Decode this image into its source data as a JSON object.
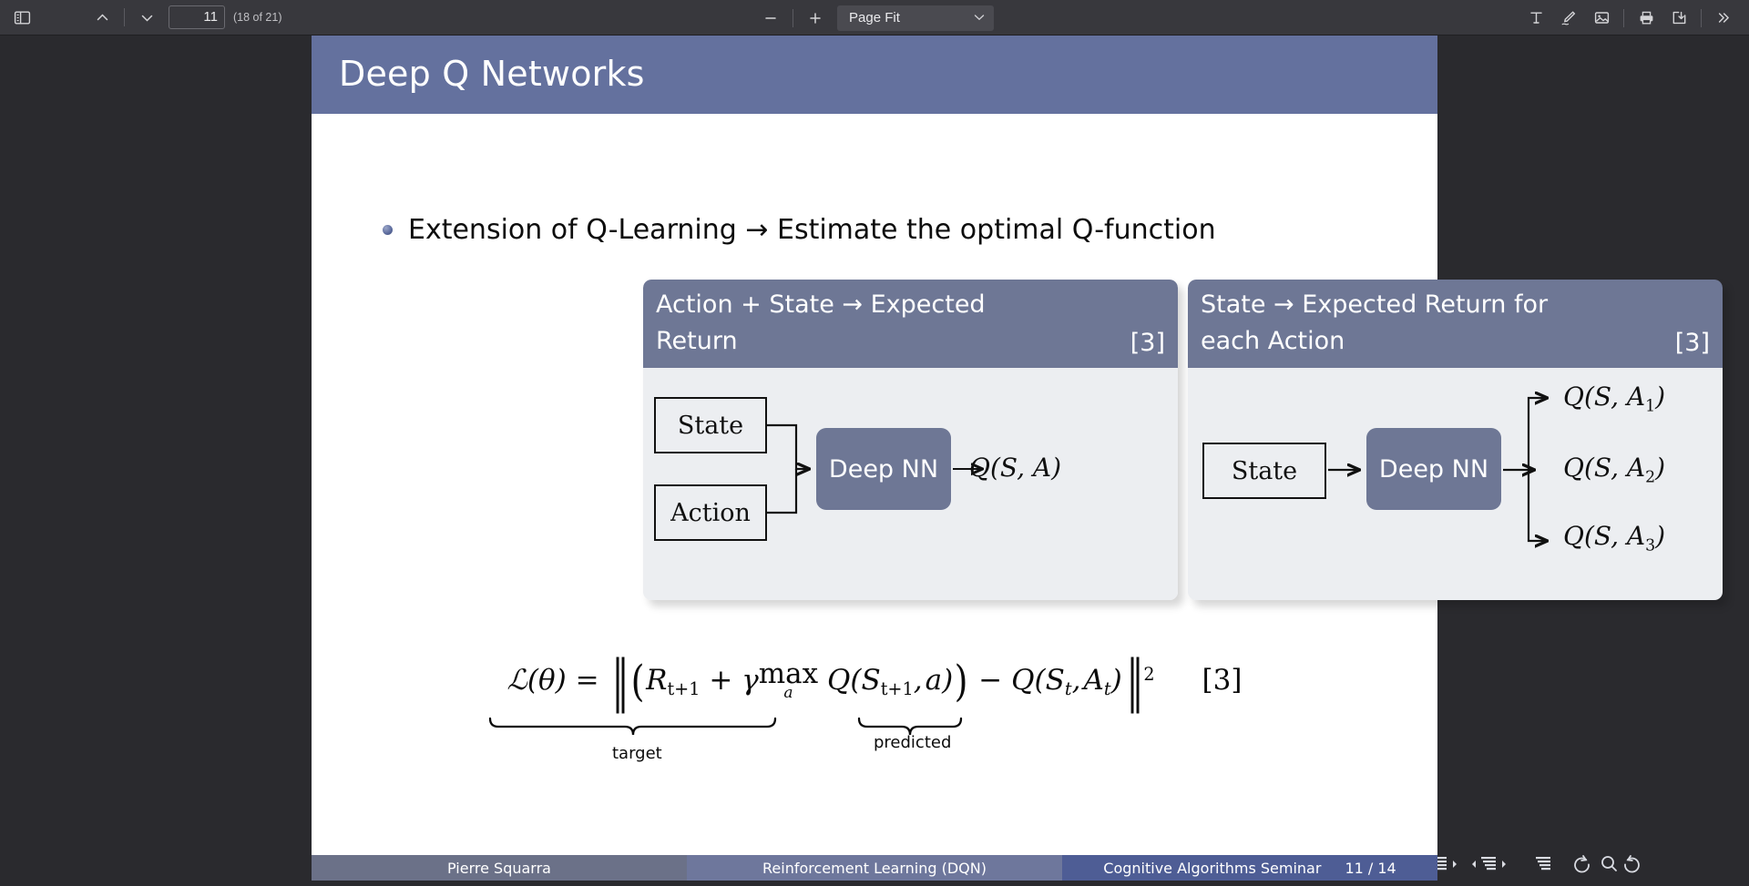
{
  "toolbar": {
    "sidebar_toggle": "sidebar-toggle",
    "page_up": "previous-page",
    "page_down": "next-page",
    "page_number": "11",
    "page_count": "(18 of 21)",
    "zoom_out": "zoom-out",
    "zoom_in": "zoom-in",
    "zoom_value": "Page Fit",
    "zoom_chevron": "˅",
    "tools": [
      {
        "name": "text-tool-icon",
        "label": "Text"
      },
      {
        "name": "draw-tool-icon",
        "label": "Draw"
      },
      {
        "name": "image-tool-icon",
        "label": "Add Image"
      },
      {
        "name": "print-icon",
        "label": "Print"
      },
      {
        "name": "save-icon",
        "label": "Save"
      },
      {
        "name": "more-tools-icon",
        "label": "»"
      }
    ]
  },
  "slide": {
    "title": "Deep Q Networks",
    "bullet": "Extension of Q-Learning → Estimate the optimal Q-function",
    "blocks": [
      {
        "heading_line1": "Action + State → Expected",
        "heading_line2": "Return",
        "reference": "[3]",
        "inputs": [
          "State",
          "Action"
        ],
        "network": "Deep NN",
        "outputs": [
          "Q(S, A)"
        ]
      },
      {
        "heading_line1": "State → Expected Return for",
        "heading_line2": "each Action",
        "reference": "[3]",
        "inputs": [
          "State"
        ],
        "network": "Deep NN",
        "outputs": [
          "Q(S, A1)",
          "Q(S, A2)",
          "Q(S, A3)"
        ]
      }
    ],
    "formula": {
      "loss_lhs": "ℒ(θ) =",
      "full": "ℒ(θ) = ||(R(t+1) + γ max_a Q(S(t+1), a)) − Q(S_t, A_t)||²",
      "brace_target_label": "target",
      "brace_predicted_label": "predicted",
      "reference": "[3]",
      "tokens": {
        "L": "ℒ",
        "theta": "θ",
        "R": "R",
        "t_plus_1": "t+1",
        "plus": "+",
        "gamma": "γ",
        "max": "max",
        "a": "a",
        "Q": "Q",
        "S": "S",
        "A": "A",
        "t": "t",
        "minus": "−",
        "exponent": "2"
      }
    },
    "nav_symbols": [
      "slide-prev",
      "slide-current",
      "slide-next",
      "frame-prev",
      "frame-current",
      "frame-next",
      "subsection-prev",
      "subsection-current",
      "subsection-next",
      "section-prev",
      "section-current",
      "section-next",
      "doc-home",
      "back",
      "search",
      "forward"
    ],
    "footer": {
      "author": "Pierre Squarra",
      "title": "Reinforcement Learning (DQN)",
      "institute": "Cognitive Algorithms Seminar",
      "page": "11 / 14"
    }
  },
  "colors": {
    "toolbar_bg": "#38383d",
    "viewer_bg": "#2a2a2e",
    "banner": "#64719e",
    "block_head": "#6e7795",
    "block_body": "#eceef1",
    "footer_left": "#6b7188",
    "footer_mid": "#6e779c",
    "footer_right": "#4e5d95"
  }
}
